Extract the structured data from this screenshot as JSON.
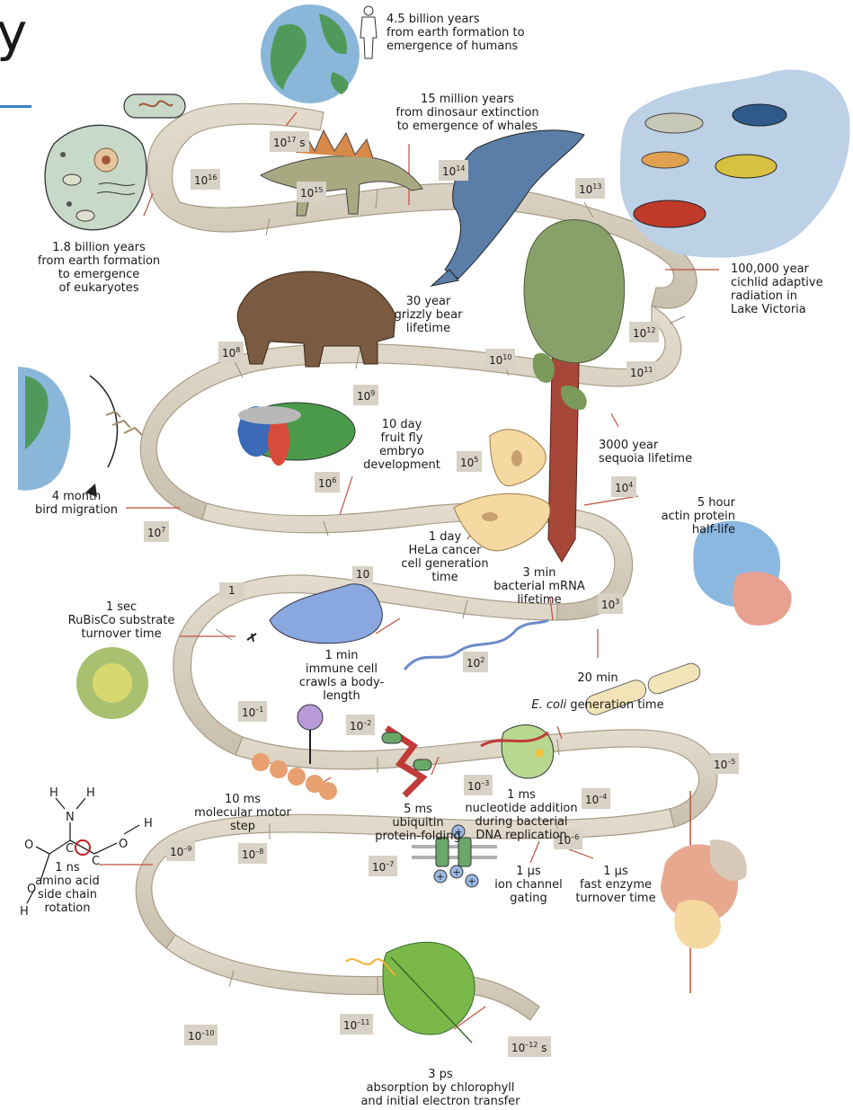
{
  "header": {
    "title_fragment": "y"
  },
  "ribbon_labels": [
    {
      "id": "e17",
      "base": "10",
      "exp": "17",
      "suffix": " s"
    },
    {
      "id": "e16",
      "base": "10",
      "exp": "16",
      "suffix": ""
    },
    {
      "id": "e15",
      "base": "10",
      "exp": "15",
      "suffix": ""
    },
    {
      "id": "e14",
      "base": "10",
      "exp": "14",
      "suffix": ""
    },
    {
      "id": "e13",
      "base": "10",
      "exp": "13",
      "suffix": ""
    },
    {
      "id": "e12",
      "base": "10",
      "exp": "12",
      "suffix": ""
    },
    {
      "id": "e11",
      "base": "10",
      "exp": "11",
      "suffix": ""
    },
    {
      "id": "e10",
      "base": "10",
      "exp": "10",
      "suffix": ""
    },
    {
      "id": "e9",
      "base": "10",
      "exp": "9",
      "suffix": ""
    },
    {
      "id": "e8",
      "base": "10",
      "exp": "8",
      "suffix": ""
    },
    {
      "id": "e7",
      "base": "10",
      "exp": "7",
      "suffix": ""
    },
    {
      "id": "e6",
      "base": "10",
      "exp": "6",
      "suffix": ""
    },
    {
      "id": "e5",
      "base": "10",
      "exp": "5",
      "suffix": ""
    },
    {
      "id": "e4",
      "base": "10",
      "exp": "4",
      "suffix": ""
    },
    {
      "id": "e3",
      "base": "10",
      "exp": "3",
      "suffix": ""
    },
    {
      "id": "e2",
      "base": "10",
      "exp": "2",
      "suffix": ""
    },
    {
      "id": "e1",
      "base": "10",
      "exp": "",
      "suffix": ""
    },
    {
      "id": "e0",
      "base": "1",
      "exp": "",
      "suffix": ""
    },
    {
      "id": "em1",
      "base": "10",
      "exp": "–1",
      "suffix": ""
    },
    {
      "id": "em2",
      "base": "10",
      "exp": "–2",
      "suffix": ""
    },
    {
      "id": "em3",
      "base": "10",
      "exp": "–3",
      "suffix": ""
    },
    {
      "id": "em4",
      "base": "10",
      "exp": "–4",
      "suffix": ""
    },
    {
      "id": "em5",
      "base": "10",
      "exp": "–5",
      "suffix": ""
    },
    {
      "id": "em6",
      "base": "10",
      "exp": "–6",
      "suffix": ""
    },
    {
      "id": "em7",
      "base": "10",
      "exp": "–7",
      "suffix": ""
    },
    {
      "id": "em8",
      "base": "10",
      "exp": "–8",
      "suffix": ""
    },
    {
      "id": "em9",
      "base": "10",
      "exp": "–9",
      "suffix": ""
    },
    {
      "id": "em10",
      "base": "10",
      "exp": "–10",
      "suffix": ""
    },
    {
      "id": "em11",
      "base": "10",
      "exp": "–11",
      "suffix": ""
    },
    {
      "id": "em12",
      "base": "10",
      "exp": "–12",
      "suffix": " s"
    }
  ],
  "events": {
    "humans": "4.5 billion years\nfrom earth formation to\nemergence of humans",
    "whales": "15 million years\nfrom dinosaur extinction\nto emergence of whales",
    "eukaryotes": "1.8 billion years\nfrom earth formation\nto emergence\nof eukaryotes",
    "cichlid": "100,000 year\ncichlid adaptive\nradiation in\nLake Victoria",
    "bear": "30 year\ngrizzly bear\nlifetime",
    "fruitfly": "10 day\nfruit fly\nembryo\ndevelopment",
    "sequoia": "3000 year\nsequoia lifetime",
    "bird": "4 month\nbird migration",
    "actin": "5 hour\nactin protein\nhalf-life",
    "hela": "1 day\nHeLa cancer\ncell generation\ntime",
    "mrna": "3 min\nbacterial mRNA\nlifetime",
    "rubisco": "1 sec\nRuBisCo substrate\nturnover time",
    "immune": "1 min\nimmune cell\ncrawls a body-\nlength",
    "ecoli_time": "20 min",
    "ecoli_name": "E. coli",
    "ecoli_rest": " generation time",
    "motor": "10 ms\nmolecular motor\nstep",
    "ubiquitin": "5 ms\nubiquitin\nprotein-folding",
    "nucleotide": "1 ms\nnucleotide addition\nduring bacterial\nDNA replication",
    "aminoacid": "1 ns\namino acid\nside chain\nrotation",
    "ionchannel": "1 μs\nion channel\ngating",
    "enzyme": "1 μs\nfast enzyme\nturnover time",
    "chlorophyll": "3 ps\nabsorption by chlorophyll\nand initial electron transfer"
  },
  "molecule_atoms": [
    "H",
    "H",
    "N",
    "O",
    "C",
    "C",
    "O",
    "H",
    "O",
    "H"
  ],
  "ion_signs": [
    "+",
    "+",
    "+",
    "+"
  ],
  "colors": {
    "ribbon": "#d9d2c4",
    "ribbon_edge": "#b9ad98",
    "tick": "#c0503a",
    "label_bg": "#d8d2c6",
    "water": "#bcd0e6",
    "accent": "#3b7fc4"
  }
}
